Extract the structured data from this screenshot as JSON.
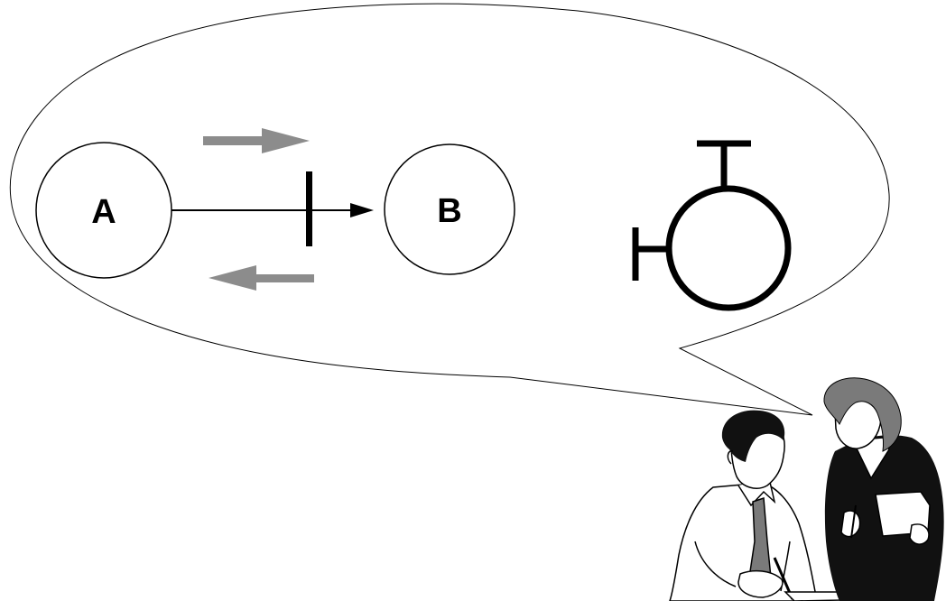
{
  "diagram": {
    "nodes": [
      {
        "id": "A",
        "label": "A"
      },
      {
        "id": "B",
        "label": "B"
      }
    ],
    "edges": [
      {
        "from": "A",
        "to": "B",
        "style": "inhibited-arrow"
      }
    ],
    "colors": {
      "outline": "#000000",
      "flow_arrow": "#8c8c8c",
      "bubble_fill": "#ffffff",
      "hair": "#7a7a7a",
      "tie": "#7a7a7a",
      "jacket": "#111111"
    },
    "icons": [
      "speech-bubble",
      "forward-flow-arrow",
      "backward-flow-arrow",
      "blocked-node-symbol",
      "two-people-clipart"
    ]
  }
}
